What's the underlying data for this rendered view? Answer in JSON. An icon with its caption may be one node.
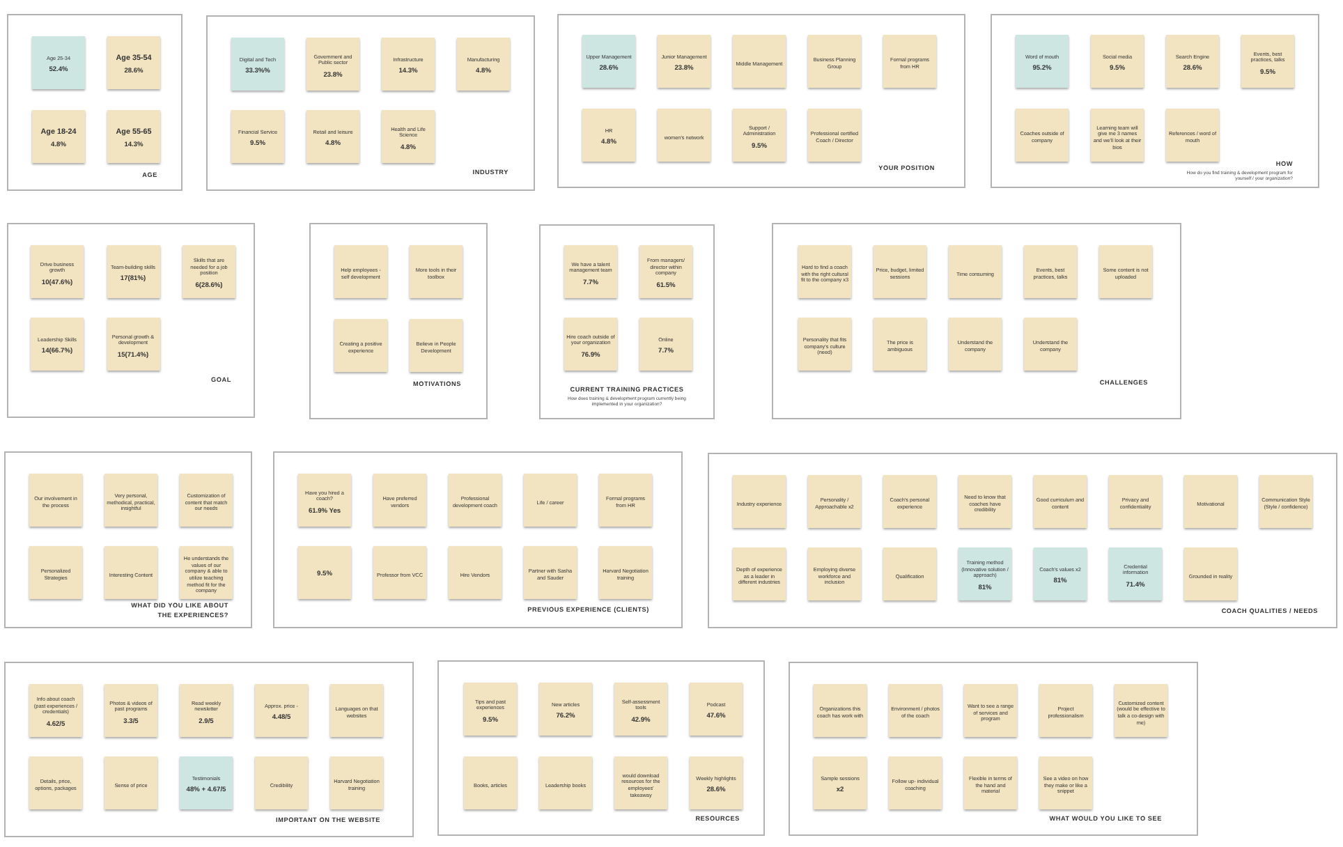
{
  "diagram": {
    "nodes": [
      {
        "text": [
          "AGE"
        ]
      },
      {
        "text": [
          "Age 25-34",
          "52.4%"
        ],
        "in": 0
      },
      {
        "text": [
          "Age 35-54",
          "28.6%"
        ],
        "in": 0
      },
      {
        "text": [
          "Age 18-24",
          "4.8%"
        ],
        "in": 0
      },
      {
        "text": [
          "Age 55-65",
          "14.3%"
        ],
        "in": 0
      },
      {
        "text": [
          "INDUSTRY"
        ]
      },
      {
        "text": [
          "Digital and Tech",
          "33.3%%"
        ],
        "in": 5
      },
      {
        "text": [
          "Government and Public sector",
          "23.8%"
        ],
        "in": 5
      },
      {
        "text": [
          "Infrastructure",
          "14.3%"
        ],
        "in": 5
      },
      {
        "text": [
          "Manufacturing",
          "4.8%"
        ],
        "in": 5
      },
      {
        "text": [
          "Financial Service",
          "9.5%"
        ],
        "in": 5
      },
      {
        "text": [
          "Retail and leisure",
          "4.8%"
        ],
        "in": 5
      },
      {
        "text": [
          "Health and Life Science",
          "4.8%"
        ],
        "in": 5
      },
      {
        "text": [
          "YOUR POSITION"
        ]
      },
      {
        "text": [
          "Upper Management",
          "28.6%"
        ],
        "in": 13
      },
      {
        "text": [
          "Junior Management",
          "23.8%"
        ],
        "in": 13
      },
      {
        "text": [
          "Middle Management"
        ],
        "in": 13
      },
      {
        "text": [
          "Business Planning Group"
        ],
        "in": 13
      },
      {
        "text": [
          "Formal programs from HR"
        ],
        "in": 13
      },
      {
        "text": [
          "HR",
          "4.8%"
        ],
        "in": 13
      },
      {
        "text": [
          "women's network"
        ],
        "in": 13
      },
      {
        "text": [
          "Support / Administration",
          "9.5%"
        ],
        "in": 13
      },
      {
        "text": [
          "Professional certified Coach / Director"
        ],
        "in": 13
      },
      {
        "text": [
          "HOW",
          "How do you find training & development program for yourself / your organization?"
        ]
      },
      {
        "text": [
          "Word of mouth",
          "95.2%"
        ],
        "in": 23
      },
      {
        "text": [
          "Social media",
          "9.5%"
        ],
        "in": 23
      },
      {
        "text": [
          "Search Engine",
          "28.6%"
        ],
        "in": 23
      },
      {
        "text": [
          "Events, best practices, talks",
          "9.5%"
        ],
        "in": 23
      },
      {
        "text": [
          "Coaches outside of company"
        ],
        "in": 23
      },
      {
        "text": [
          "Learning team will give me 3 names and we'll look at their bios"
        ],
        "in": 23
      },
      {
        "text": [
          "References / word of mouth"
        ],
        "in": 23
      },
      {
        "text": [
          "GOAL"
        ]
      },
      {
        "text": [
          "Drive business growth",
          "10(47.6%)"
        ],
        "in": 31
      },
      {
        "text": [
          "Team-building skills",
          "17(81%)"
        ],
        "in": 31
      },
      {
        "text": [
          "Skills that are needed for a job position",
          "6(28.6%)"
        ],
        "in": 31
      },
      {
        "text": [
          "Leadership Skills",
          "14(66.7%)"
        ],
        "in": 31
      },
      {
        "text": [
          "Personal growth & development",
          "15(71.4%)"
        ],
        "in": 31
      },
      {
        "text": [
          "MOTIVATIONS"
        ]
      },
      {
        "text": [
          "Help employees - self development"
        ],
        "in": 37
      },
      {
        "text": [
          "More tools in their toolbox"
        ],
        "in": 37
      },
      {
        "text": [
          "Creating a positive experience"
        ],
        "in": 37
      },
      {
        "text": [
          "Believe in People Development"
        ],
        "in": 37
      },
      {
        "text": [
          "CURRENT TRAINING PRACTICES",
          "How does training & development program currently being implemented in your organization?"
        ]
      },
      {
        "text": [
          "We have a talent management team",
          "7.7%"
        ],
        "in": 42
      },
      {
        "text": [
          "From managers/ director within company",
          "61.5%"
        ],
        "in": 42
      },
      {
        "text": [
          "Hire coach outside of your organization",
          "76.9%"
        ],
        "in": 42
      },
      {
        "text": [
          "Online",
          "7.7%"
        ],
        "in": 42
      },
      {
        "text": [
          "CHALLENGES"
        ]
      },
      {
        "text": [
          "Hard to find a coach with the right cultural fit to the company x3"
        ],
        "in": 47
      },
      {
        "text": [
          "Price, budget, limited sessions"
        ],
        "in": 47
      },
      {
        "text": [
          "Time consuming"
        ],
        "in": 47
      },
      {
        "text": [
          "Events, best practices, talks"
        ],
        "in": 47
      },
      {
        "text": [
          "Some content is not uploaded"
        ],
        "in": 47
      },
      {
        "text": [
          "Personality that fits company's culture (need)"
        ],
        "in": 47
      },
      {
        "text": [
          "The price is ambiguous"
        ],
        "in": 47
      },
      {
        "text": [
          "Understand the company"
        ],
        "in": 47
      },
      {
        "text": [
          "Understand the company"
        ],
        "in": 47
      },
      {
        "text": [
          "WHAT DID YOU LIKE ABOUT THE EXPERIENCES?"
        ]
      },
      {
        "text": [
          "Our involvement in the process"
        ],
        "in": 57
      },
      {
        "text": [
          "Very personal, methodical, practical, insightful"
        ],
        "in": 57
      },
      {
        "text": [
          "Customization of content that match our needs"
        ],
        "in": 57
      },
      {
        "text": [
          "Personalized Strategies"
        ],
        "in": 57
      },
      {
        "text": [
          "Interesting Content"
        ],
        "in": 57
      },
      {
        "text": [
          "He understands the values of our company & able to utilize teaching method fit for the company"
        ],
        "in": 57
      },
      {
        "text": [
          "PREVIOUS EXPERIENCE (CLIENTS)"
        ]
      },
      {
        "text": [
          "Have you hired a coach?",
          "61.9% Yes"
        ],
        "in": 64
      },
      {
        "text": [
          "Have preferred vendors"
        ],
        "in": 64
      },
      {
        "text": [
          "Professional development coach"
        ],
        "in": 64
      },
      {
        "text": [
          "Life / career"
        ],
        "in": 64
      },
      {
        "text": [
          "Formal programs from HR"
        ],
        "in": 64
      },
      {
        "text": [
          "9.5%"
        ],
        "in": 64
      },
      {
        "text": [
          "Professor from VCC"
        ],
        "in": 64
      },
      {
        "text": [
          "Hire Vendors"
        ],
        "in": 64
      },
      {
        "text": [
          "Partner with Sasha and Sauder"
        ],
        "in": 64
      },
      {
        "text": [
          "Harvard Negotiation training"
        ],
        "in": 64
      },
      {
        "text": [
          "COACH QUALITIES / NEEDS"
        ]
      },
      {
        "text": [
          "Industry experience"
        ],
        "in": 75
      },
      {
        "text": [
          "Personality / Approachable x2"
        ],
        "in": 75
      },
      {
        "text": [
          "Coach's personal experience"
        ],
        "in": 75
      },
      {
        "text": [
          "Need to know that coaches have credibility"
        ],
        "in": 75
      },
      {
        "text": [
          "Good curriculum and content"
        ],
        "in": 75
      },
      {
        "text": [
          "Privacy and confidentiality"
        ],
        "in": 75
      },
      {
        "text": [
          "Motivational"
        ],
        "in": 75
      },
      {
        "text": [
          "Communication Style (Style / confidence)"
        ],
        "in": 75
      },
      {
        "text": [
          "Depth of experience as a leader in different industries"
        ],
        "in": 75
      },
      {
        "text": [
          "Employing diverse workforce and inclusion"
        ],
        "in": 75
      },
      {
        "text": [
          "Qualification"
        ],
        "in": 75
      },
      {
        "text": [
          "Training method (Innovative solution / approach)",
          "81%"
        ],
        "in": 75
      },
      {
        "text": [
          "Coach's values x2",
          "81%"
        ],
        "in": 75
      },
      {
        "text": [
          "Credential information",
          "71.4%"
        ],
        "in": 75
      },
      {
        "text": [
          "Grounded in reality"
        ],
        "in": 75
      },
      {
        "text": [
          "IMPORTANT ON THE WEBSITE"
        ]
      },
      {
        "text": [
          "Info about coach (past experiences / credentials)",
          "4.62/5"
        ],
        "in": 91
      },
      {
        "text": [
          "Photos & videos of past programs",
          "3.3/5"
        ],
        "in": 91
      },
      {
        "text": [
          "Read weekly newsletter",
          "2.9/5"
        ],
        "in": 91
      },
      {
        "text": [
          "Approx. price -",
          "4.48/5"
        ],
        "in": 91
      },
      {
        "text": [
          "Languages on that websites"
        ],
        "in": 91
      },
      {
        "text": [
          "Details, price, options, packages"
        ],
        "in": 91
      },
      {
        "text": [
          "Sense of price"
        ],
        "in": 91
      },
      {
        "text": [
          "Testimonials",
          "48% + 4.67/5"
        ],
        "in": 91
      },
      {
        "text": [
          "Credibility"
        ],
        "in": 91
      },
      {
        "text": [
          "Harvard Negotiation training"
        ],
        "in": 91
      },
      {
        "text": [
          "RESOURCES"
        ]
      },
      {
        "text": [
          "Tips and past experiences",
          "9.5%"
        ],
        "in": 102
      },
      {
        "text": [
          "New articles",
          "76.2%"
        ],
        "in": 102
      },
      {
        "text": [
          "Self-assessment tools",
          "42.9%"
        ],
        "in": 102
      },
      {
        "text": [
          "Podcast",
          "47.6%"
        ],
        "in": 102
      },
      {
        "text": [
          "Books, articles"
        ],
        "in": 102
      },
      {
        "text": [
          "Leadership books"
        ],
        "in": 102
      },
      {
        "text": [
          "would download resources for the employees' takeaway"
        ],
        "in": 102
      },
      {
        "text": [
          "Weekly highlights",
          "28.6%"
        ],
        "in": 102
      },
      {
        "text": [
          "WHAT WOULD YOU LIKE TO SEE"
        ]
      },
      {
        "text": [
          "Organizations this coach has work with"
        ],
        "in": 111
      },
      {
        "text": [
          "Environment / photos of the coach"
        ],
        "in": 111
      },
      {
        "text": [
          "Want to see a range of services and program"
        ],
        "in": 111
      },
      {
        "text": [
          "Project professionalism"
        ],
        "in": 111
      },
      {
        "text": [
          "Customized content (would be effective to talk a co-design with me)"
        ],
        "in": 111
      },
      {
        "text": [
          "Sample sessions",
          "x2"
        ],
        "in": 111
      },
      {
        "text": [
          "Follow up- individual coaching"
        ],
        "in": 111
      },
      {
        "text": [
          "Flexible in terms of the hand and material"
        ],
        "in": 111
      },
      {
        "text": [
          "See a video on how they make or like a snippet"
        ],
        "in": 111
      }
    ]
  }
}
